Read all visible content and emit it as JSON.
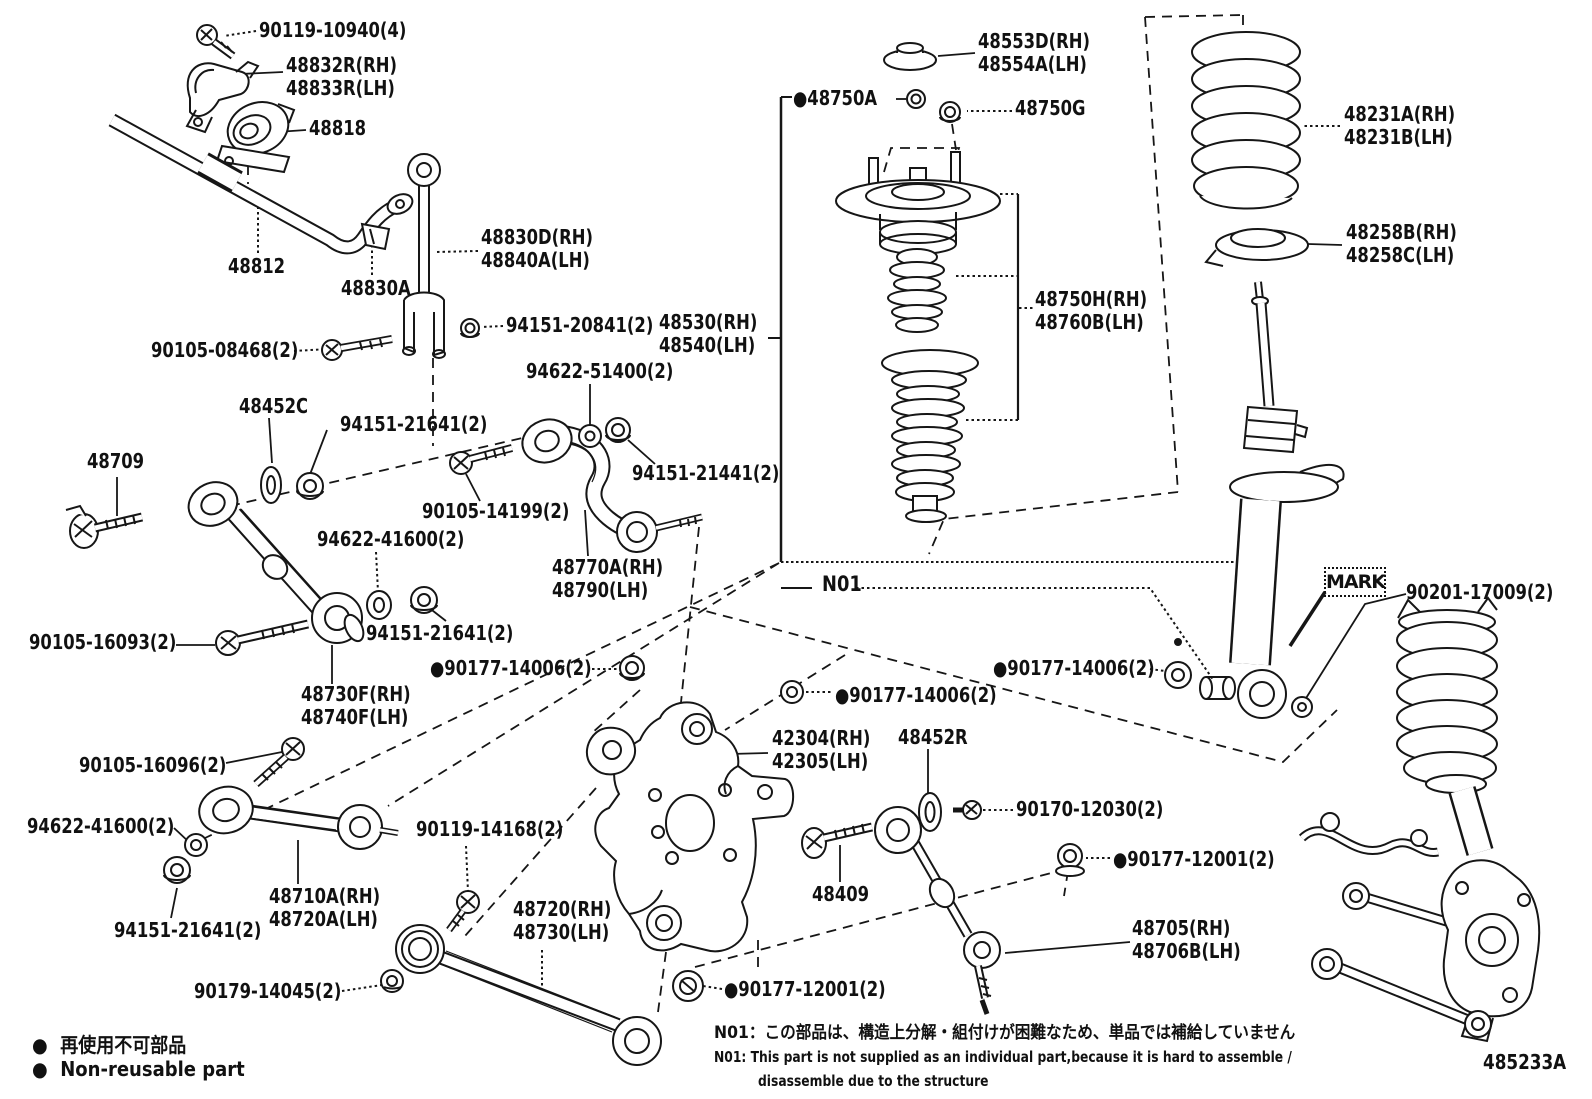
{
  "diagram": {
    "title": "Rear suspension parts diagram",
    "figure_code": "485233A",
    "colors": {
      "ink": "#111111",
      "background": "#ffffff"
    },
    "mark_box": "MARK",
    "n01": "N01",
    "legend": [
      {
        "text": "●  再使用不可部品"
      },
      {
        "text": "●  Non-reusable part"
      }
    ],
    "notes": [
      "N01：この部品は、構造上分解・組付けが困難なため、単品では補給していません",
      "N01: This part is not supplied as an individual part,because it is hard to assemble /",
      "disassemble due to the structure"
    ],
    "labels": [
      {
        "id": "90119-10940",
        "lines": [
          "90119-10940(4)"
        ]
      },
      {
        "id": "48832R-48833R",
        "lines": [
          "48832R(RH)",
          "48833R(LH)"
        ]
      },
      {
        "id": "48818",
        "lines": [
          "48818"
        ]
      },
      {
        "id": "48812",
        "lines": [
          "48812"
        ]
      },
      {
        "id": "48830A",
        "lines": [
          "48830A"
        ]
      },
      {
        "id": "48830D-48840A",
        "lines": [
          "48830D(RH)",
          "48840A(LH)"
        ]
      },
      {
        "id": "94151-20841",
        "lines": [
          "94151-20841(2)"
        ]
      },
      {
        "id": "48530-48540",
        "lines": [
          "48530(RH)",
          "48540(LH)"
        ]
      },
      {
        "id": "90105-08468",
        "lines": [
          "90105-08468(2)"
        ]
      },
      {
        "id": "94622-51400",
        "lines": [
          "94622-51400(2)"
        ]
      },
      {
        "id": "94151-21441",
        "lines": [
          "94151-21441(2)"
        ]
      },
      {
        "id": "90105-14199",
        "lines": [
          "90105-14199(2)"
        ]
      },
      {
        "id": "48770A-48790",
        "lines": [
          "48770A(RH)",
          "48790(LH)"
        ]
      },
      {
        "id": "48452C",
        "lines": [
          "48452C"
        ]
      },
      {
        "id": "94151-21641-a",
        "lines": [
          "94151-21641(2)"
        ]
      },
      {
        "id": "48709",
        "lines": [
          "48709"
        ]
      },
      {
        "id": "94622-41600-a",
        "lines": [
          "94622-41600(2)"
        ]
      },
      {
        "id": "90105-16093",
        "lines": [
          "90105-16093(2)"
        ]
      },
      {
        "id": "48730F-48740F",
        "lines": [
          "48730F(RH)",
          "48740F(LH)"
        ]
      },
      {
        "id": "90105-16096",
        "lines": [
          "90105-16096(2)"
        ]
      },
      {
        "id": "94622-41600-b",
        "lines": [
          "94622-41600(2)"
        ]
      },
      {
        "id": "94151-21641-b",
        "lines": [
          "94151-21641(2)"
        ]
      },
      {
        "id": "48710A-48720A",
        "lines": [
          "48710A(RH)",
          "48720A(LH)"
        ]
      },
      {
        "id": "90179-14045",
        "lines": [
          "90179-14045(2)"
        ]
      },
      {
        "id": "94151-21641-c",
        "lines": [
          "94151-21641(2)"
        ]
      },
      {
        "id": "90177-14006-a",
        "lines": [
          "●90177-14006(2)"
        ]
      },
      {
        "id": "90119-14168",
        "lines": [
          "90119-14168(2)"
        ]
      },
      {
        "id": "48720-48730",
        "lines": [
          "48720(RH)",
          "48730(LH)"
        ]
      },
      {
        "id": "90177-14006-b",
        "lines": [
          "●90177-14006(2)"
        ]
      },
      {
        "id": "42304-42305",
        "lines": [
          "42304(RH)",
          "42305(LH)"
        ]
      },
      {
        "id": "48452R",
        "lines": [
          "48452R"
        ]
      },
      {
        "id": "90170-12030",
        "lines": [
          "90170-12030(2)"
        ]
      },
      {
        "id": "90177-12001-a",
        "lines": [
          "●90177-12001(2)"
        ]
      },
      {
        "id": "48409",
        "lines": [
          "48409"
        ]
      },
      {
        "id": "48705-48706B",
        "lines": [
          "48705(RH)",
          "48706B(LH)"
        ]
      },
      {
        "id": "90177-12001-b",
        "lines": [
          "●90177-12001(2)"
        ]
      },
      {
        "id": "48553D-48554A",
        "lines": [
          "48553D(RH)",
          "48554A(LH)"
        ]
      },
      {
        "id": "48750A",
        "lines": [
          "●48750A"
        ]
      },
      {
        "id": "48750G",
        "lines": [
          "48750G"
        ]
      },
      {
        "id": "48750H-48760B",
        "lines": [
          "48750H(RH)",
          "48760B(LH)"
        ]
      },
      {
        "id": "48231A-48231B",
        "lines": [
          "48231A(RH)",
          "48231B(LH)"
        ]
      },
      {
        "id": "48258B-48258C",
        "lines": [
          "48258B(RH)",
          "48258C(LH)"
        ]
      },
      {
        "id": "90177-14006-c",
        "lines": [
          "●90177-14006(2)"
        ]
      },
      {
        "id": "90201-17009",
        "lines": [
          "90201-17009(2)"
        ]
      }
    ]
  }
}
